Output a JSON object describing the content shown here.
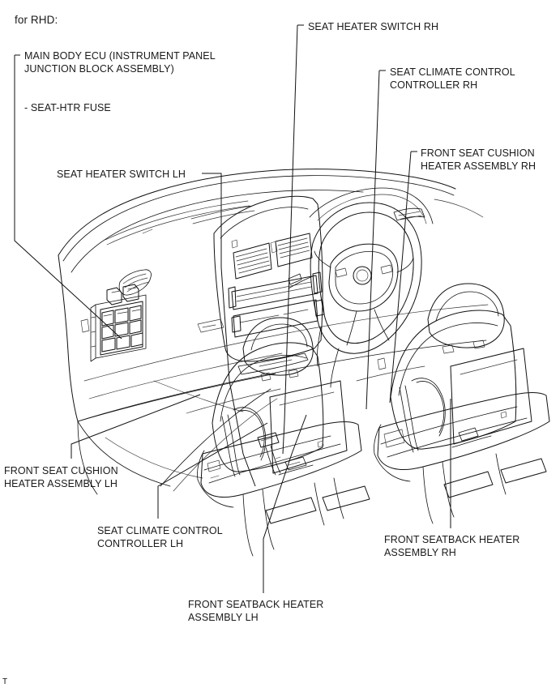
{
  "document": {
    "heading": "for RHD:",
    "footer_mark": "T"
  },
  "callouts": [
    {
      "id": "main-body-ecu",
      "lines": [
        "MAIN BODY ECU (INSTRUMENT PANEL",
        "JUNCTION BLOCK ASSEMBLY)"
      ],
      "sub": "- SEAT-HTR FUSE"
    },
    {
      "id": "seat-heater-switch-rh",
      "lines": [
        "SEAT HEATER SWITCH RH"
      ]
    },
    {
      "id": "seat-climate-control-controller-rh",
      "lines": [
        "SEAT CLIMATE CONTROL",
        "CONTROLLER RH"
      ]
    },
    {
      "id": "front-seat-cushion-heater-assembly-rh",
      "lines": [
        "FRONT SEAT CUSHION",
        "HEATER ASSEMBLY RH"
      ]
    },
    {
      "id": "seat-heater-switch-lh",
      "lines": [
        "SEAT HEATER SWITCH LH"
      ]
    },
    {
      "id": "front-seat-cushion-heater-assembly-lh",
      "lines": [
        "FRONT SEAT CUSHION",
        "HEATER ASSEMBLY LH"
      ]
    },
    {
      "id": "seat-climate-control-controller-lh",
      "lines": [
        "SEAT CLIMATE CONTROL",
        "CONTROLLER LH"
      ]
    },
    {
      "id": "front-seatback-heater-assembly-lh",
      "lines": [
        "FRONT SEATBACK HEATER",
        "ASSEMBLY LH"
      ]
    },
    {
      "id": "front-seatback-heater-assembly-rh",
      "lines": [
        "FRONT SEATBACK HEATER",
        "ASSEMBLY RH"
      ]
    }
  ],
  "labels": {
    "heading": "for RHD:",
    "ecu_l1": "MAIN BODY ECU (INSTRUMENT PANEL",
    "ecu_l2": "JUNCTION BLOCK ASSEMBLY)",
    "ecu_fuse": "- SEAT-HTR FUSE",
    "switch_rh": "SEAT HEATER SWITCH RH",
    "sccc_rh_l1": "SEAT CLIMATE CONTROL",
    "sccc_rh_l2": "CONTROLLER RH",
    "cushion_rh_l1": "FRONT SEAT CUSHION",
    "cushion_rh_l2": "HEATER ASSEMBLY RH",
    "switch_lh": "SEAT HEATER SWITCH LH",
    "cushion_lh_l1": "FRONT SEAT CUSHION",
    "cushion_lh_l2": "HEATER ASSEMBLY LH",
    "sccc_lh_l1": "SEAT CLIMATE CONTROL",
    "sccc_lh_l2": "CONTROLLER LH",
    "seatback_lh_l1": "FRONT SEATBACK HEATER",
    "seatback_lh_l2": "ASSEMBLY LH",
    "seatback_rh_l1": "FRONT SEATBACK HEATER",
    "seatback_rh_l2": "ASSEMBLY RH",
    "footer": "T"
  },
  "colors": {
    "ink": "#111111",
    "paper": "#ffffff"
  },
  "diagram": {
    "type": "technical-line-drawing",
    "subject": "vehicle interior seat heater component locations",
    "parts": [
      "instrument panel",
      "instrument panel junction block",
      "center console / audio stack",
      "steering wheel",
      "front seat LH",
      "front seat RH",
      "seat cushion heater pads",
      "seatback heater pads",
      "seat climate control controllers"
    ]
  }
}
